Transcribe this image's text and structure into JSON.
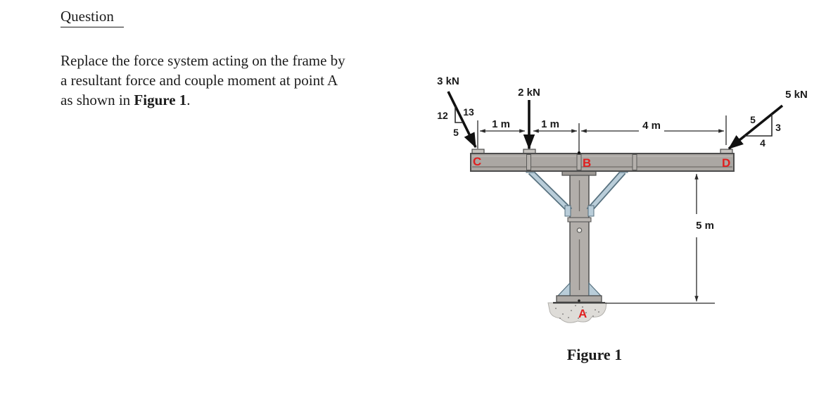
{
  "question": {
    "heading": "Question",
    "line1": "Replace the force system acting on the frame by",
    "line2": "a resultant force and couple moment at point A",
    "line3_prefix": "as shown in ",
    "line3_bold": "Figure 1",
    "line3_suffix": "."
  },
  "figure": {
    "caption": "Figure 1",
    "forces": {
      "f3": {
        "label": "3 kN",
        "slope": {
          "vertical": "12",
          "hypotenuse": "13",
          "horizontal": "5"
        }
      },
      "f2": {
        "label": "2 kN"
      },
      "f5": {
        "label": "5 kN",
        "slope": {
          "hypotenuse": "5",
          "vertical": "3",
          "horizontal": "4"
        }
      }
    },
    "dimensions": {
      "c_to_f2": "1 m",
      "f2_to_b": "1 m",
      "b_to_d": "4 m",
      "beam_to_ground": "5 m"
    },
    "points": {
      "c": "C",
      "b": "B",
      "d": "D",
      "a": "A"
    },
    "colors": {
      "label_red": "#e01f1f",
      "steel_gray": "#aba7a3",
      "brace_blue": "#b9cdd9",
      "arrow_black": "#111111"
    }
  }
}
